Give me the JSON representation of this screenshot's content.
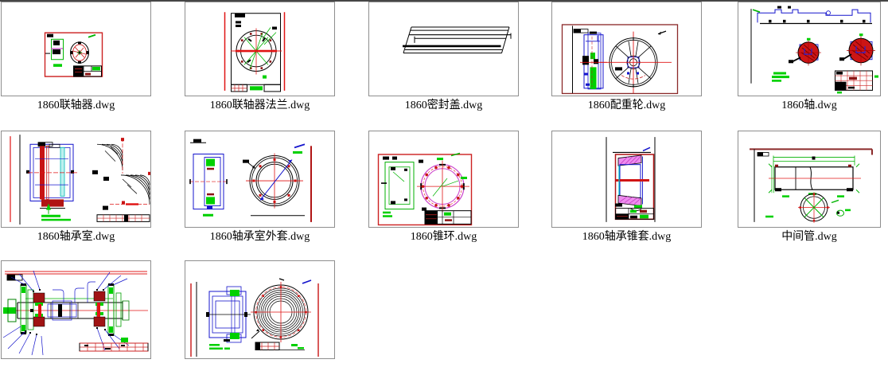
{
  "page": {
    "background": "#ffffff",
    "top_edge_color": "#464646",
    "card_border_color": "#8e8e8e"
  },
  "palette": {
    "cad_red": "#e01414",
    "cad_dark_red": "#8b1414",
    "cad_green": "#00d000",
    "cad_blue": "#1414cc",
    "cad_magenta": "#ee8cee",
    "cad_cyan": "#00c4c4",
    "cad_black": "#000000"
  },
  "files": [
    {
      "name": "1860联轴器.dwg"
    },
    {
      "name": "1860联轴器法兰.dwg"
    },
    {
      "name": "1860密封盖.dwg"
    },
    {
      "name": "1860配重轮.dwg"
    },
    {
      "name": "1860轴.dwg"
    },
    {
      "name": "1860轴承室.dwg"
    },
    {
      "name": "1860轴承室外套.dwg"
    },
    {
      "name": "1860锥环.dwg"
    },
    {
      "name": "1860轴承锥套.dwg"
    },
    {
      "name": "中间管.dwg"
    },
    {
      "name": ""
    },
    {
      "name": ""
    }
  ]
}
